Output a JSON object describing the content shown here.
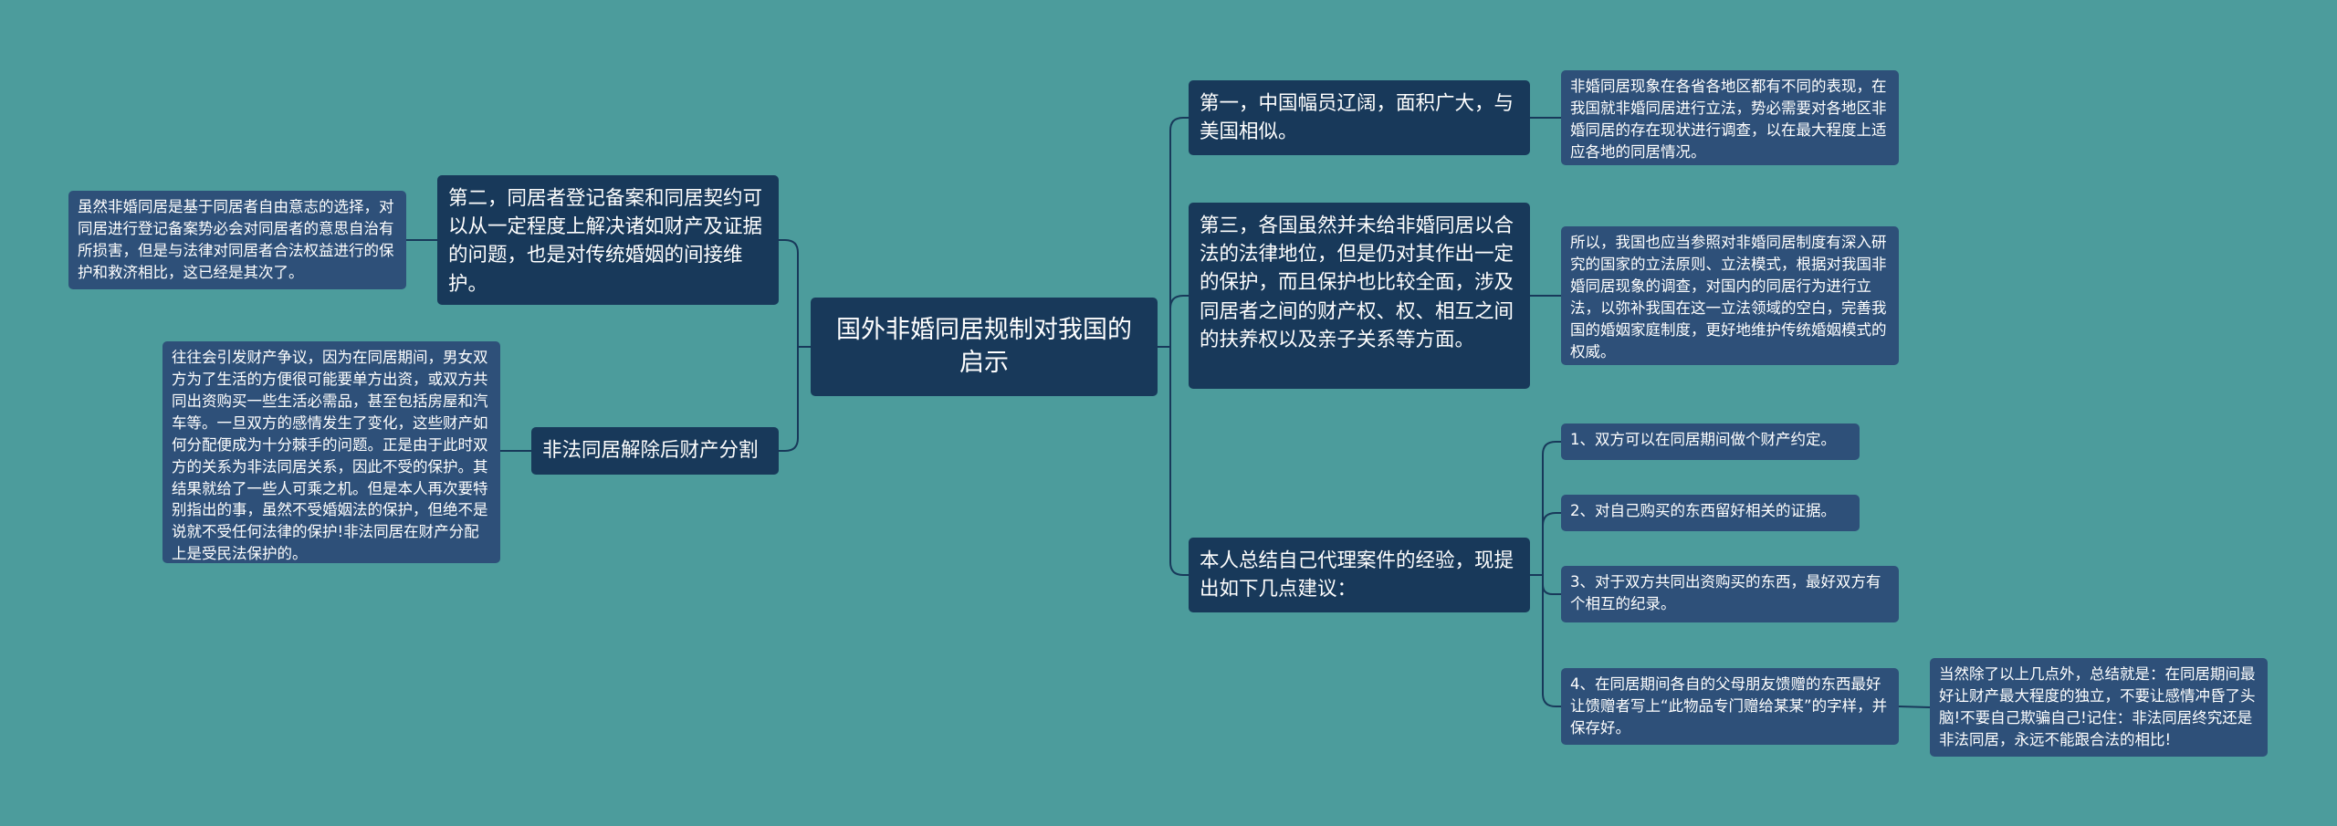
{
  "root": {
    "text": "国外非婚同居规制对我国的启示"
  },
  "left": [
    {
      "text": "第二，同居者登记备案和同居契约可以从一定程度上解决诸如财产及证据的问题，也是对传统婚姻的间接维护。",
      "detail": "虽然非婚同居是基于同居者自由意志的选择，对同居进行登记备案势必会对同居者的意思自治有所损害，但是与法律对同居者合法权益进行的保护和救济相比，这已经是其次了。"
    },
    {
      "text": "非法同居解除后财产分割",
      "detail": "往往会引发财产争议，因为在同居期间，男女双方为了生活的方便很可能要单方出资，或双方共同出资购买一些生活必需品，甚至包括房屋和汽车等。一旦双方的感情发生了变化，这些财产如何分配便成为十分棘手的问题。正是由于此时双方的关系为非法同居关系，因此不受的保护。其结果就给了一些人可乘之机。但是本人再次要特别指出的事，虽然不受婚姻法的保护，但绝不是说就不受任何法律的保护!非法同居在财产分配上是受民法保护的。"
    }
  ],
  "right": [
    {
      "text": "第一，中国幅员辽阔，面积广大，与美国相似。",
      "detail": "非婚同居现象在各省各地区都有不同的表现，在我国就非婚同居进行立法，势必需要对各地区非婚同居的存在现状进行调查，以在最大程度上适应各地的同居情况。"
    },
    {
      "text": "第三，各国虽然并未给非婚同居以合法的法律地位，但是仍对其作出一定的保护，而且保护也比较全面，涉及同居者之间的财产权、权、相互之间的扶养权以及亲子关系等方面。",
      "detail": "所以，我国也应当参照对非婚同居制度有深入研究的国家的立法原则、立法模式，根据对我国非婚同居现象的调查，对国内的同居行为进行立法，以弥补我国在这一立法领域的空白，完善我国的婚姻家庭制度，更好地维护传统婚姻模式的权威。"
    },
    {
      "text": "本人总结自己代理案件的经验，现提出如下几点建议：",
      "items": [
        "1、双方可以在同居期间做个财产约定。",
        "2、对自己购买的东西留好相关的证据。",
        "3、对于双方共同出资购买的东西，最好双方有个相互的纪录。",
        "4、在同居期间各自的父母朋友馈赠的东西最好让馈赠者写上“此物品专门赠给某某”的字样，并保存好。"
      ],
      "item4_detail": "当然除了以上几点外，总结就是：在同居期间最好让财产最大程度的独立，不要让感情冲昏了头脑!不要自己欺骗自己!记住：非法同居终究还是非法同居，永远不能跟合法的相比!"
    }
  ],
  "colors": {
    "background": "#4c9c9c",
    "node_dark": "#18395a",
    "node_light": "#2e5079",
    "line": "#18395a"
  }
}
